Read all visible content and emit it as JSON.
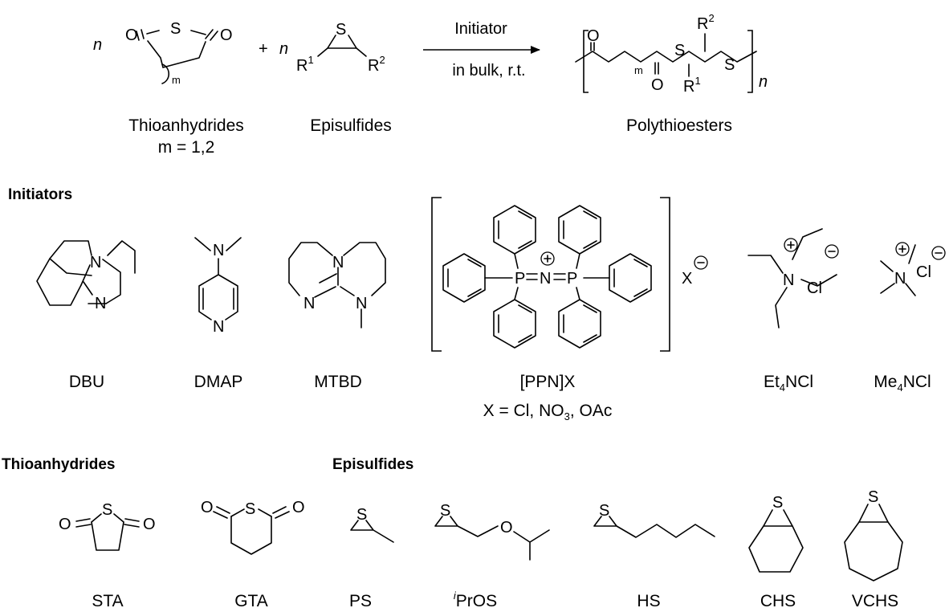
{
  "reaction": {
    "n": "n",
    "plus": "+",
    "m": "m",
    "R": "R",
    "sup1": "1",
    "sup2": "2",
    "arrow_top": "Initiator",
    "arrow_bottom": "in bulk, r.t.",
    "reactant1_name": "Thioanhydrides",
    "reactant1_sub": "m = 1,2",
    "reactant2_name": "Episulfides",
    "product_name": "Polythioesters"
  },
  "atoms": {
    "O": "O",
    "S": "S",
    "N": "N",
    "P": "P",
    "X": "X",
    "Cl": "Cl"
  },
  "initiators": {
    "header": "Initiators",
    "dbu": "DBU",
    "dmap": "DMAP",
    "mtbd": "MTBD",
    "ppn": "[PPN]X",
    "ppn_sub": "X = Cl, NO",
    "ppn_sub_3": "3",
    "ppn_sub_end": ", OAc",
    "et4ncl_a": "Et",
    "et4ncl_sub": "4",
    "et4ncl_b": "NCl",
    "me4ncl_a": "Me",
    "me4ncl_sub": "4",
    "me4ncl_b": "NCl"
  },
  "thioanhydrides": {
    "header": "Thioanhydrides",
    "sta": "STA",
    "gta": "GTA"
  },
  "episulfides": {
    "header": "Episulfides",
    "ps": "PS",
    "iPrOS_sup": "i",
    "iPrOS": "PrOS",
    "hs": "HS",
    "chs": "CHS",
    "vchs": "VCHS"
  }
}
